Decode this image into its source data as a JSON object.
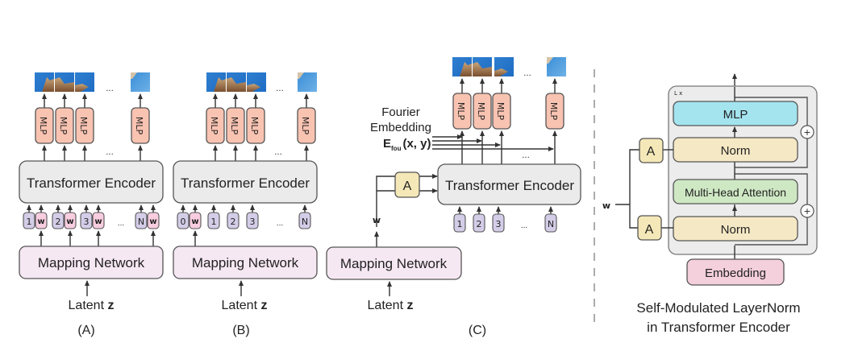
{
  "figure": {
    "panels": {
      "A": {
        "caption": "(A)",
        "encoder_label": "Transformer Encoder",
        "mapping_label": "Mapping  Network",
        "latent_label": "Latent",
        "latent_var": "z",
        "mlp_label": "MLP",
        "ellipsis": "...",
        "tokens": [
          "1",
          "w",
          "2",
          "w",
          "3",
          "w",
          "N",
          "w"
        ]
      },
      "B": {
        "caption": "(B)",
        "encoder_label": "Transformer Encoder",
        "mapping_label": "Mapping  Network",
        "latent_label": "Latent",
        "latent_var": "z",
        "mlp_label": "MLP",
        "ellipsis": "...",
        "tokens": [
          "0",
          "w",
          "1",
          "2",
          "3",
          "N"
        ]
      },
      "C": {
        "caption": "(C)",
        "encoder_label": "Transformer Encoder",
        "mapping_label": "Mapping  Network",
        "latent_label": "Latent",
        "latent_var": "z",
        "mlp_label": "MLP",
        "ellipsis": "...",
        "w_label": "w",
        "affine_label": "A",
        "fourier_line1": "Fourier",
        "fourier_line2": "Embedding",
        "fourier_symbol": "E",
        "fourier_sub": "fou",
        "fourier_args": "(x, y)",
        "tokens": [
          "1",
          "2",
          "3",
          "N"
        ]
      },
      "D": {
        "repeat_label": "L x",
        "w_label": "w",
        "affine_label": "A",
        "mlp_label": "MLP",
        "norm_label": "Norm",
        "attention_label": "Multi-Head Attention",
        "embedding_label": "Embedding",
        "plus_symbol": "+",
        "caption_line1": "Self-Modulated LayerNorm",
        "caption_line2": "in Transformer Encoder"
      }
    },
    "colors": {
      "encoder": "#ebebeb",
      "mapping": "#f6e8f3",
      "mlp": "#f9c3b1",
      "position_token": "#d4cde8",
      "w_token": "#f8cde0",
      "affine": "#f5e8b8",
      "norm": "#f5e8c4",
      "mlp_block": "#a3e4ef",
      "attention": "#cfe8c4",
      "embedding": "#f4cfdc"
    }
  }
}
